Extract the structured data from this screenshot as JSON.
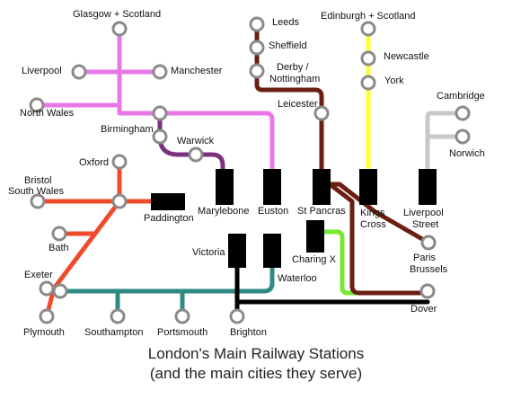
{
  "colors": {
    "west_coast": "#e878e8",
    "chiltern": "#7a2f7f",
    "midland": "#6b1f12",
    "east_coast": "#ffff33",
    "anglia": "#c8c8c8",
    "great_western": "#ef4a2c",
    "south_western": "#2f8a86",
    "southeastern": "#7ae830",
    "brighton": "#000000",
    "node_fill": "#ffffff",
    "node_stroke": "#8a8a8a",
    "terminus": "#000000"
  },
  "places": {
    "glasgow": "Glasgow + Scotland",
    "liverpool": "Liverpool",
    "manchester": "Manchester",
    "north_wales": "North Wales",
    "birmingham": "Birmingham",
    "warwick": "Warwick",
    "leeds": "Leeds",
    "sheffield": "Sheffield",
    "derby_line1": "Derby /",
    "derby_line2": "Nottingham",
    "leicester": "Leicester",
    "edinburgh": "Edinburgh + Scotland",
    "newcastle": "Newcastle",
    "york": "York",
    "cambridge": "Cambridge",
    "norwich": "Norwich",
    "oxford": "Oxford",
    "bristol_line1": "Bristol",
    "bristol_line2": "South Wales",
    "bath": "Bath",
    "exeter": "Exeter",
    "plymouth": "Plymouth",
    "southampton": "Southampton",
    "portsmouth": "Portsmouth",
    "brighton": "Brighton",
    "paris": "Paris",
    "brussels": "Brussels",
    "dover": "Dover"
  },
  "stations": {
    "marylebone": "Marylebone",
    "euston": "Euston",
    "st_pancras": "St Pancras",
    "kings_cross_line1": "Kings",
    "kings_cross_line2": "Cross",
    "liverpool_st_line1": "Liverpool",
    "liverpool_st_line2": "Street",
    "paddington": "Paddington",
    "victoria": "Victoria",
    "waterloo": "Waterloo",
    "charing_cross": "Charing X"
  },
  "caption": {
    "line1": "London's Main Railway Stations",
    "line2": "(and the main cities they serve)"
  }
}
